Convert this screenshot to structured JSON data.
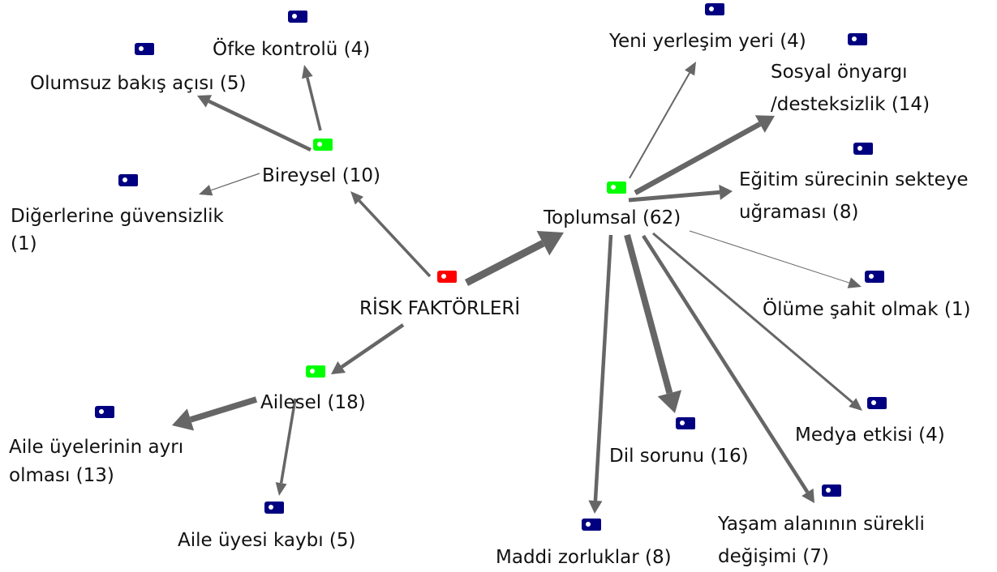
{
  "colors": {
    "root": "#ff0000",
    "category": "#00ff00",
    "code": "#000080",
    "edge": "#666666"
  },
  "root": {
    "label": "RİSK FAKTÖRLERİ",
    "icon": "red-tag-icon"
  },
  "categories": {
    "bireysel": {
      "label": "Bireysel (10)",
      "icon": "green-tag-icon"
    },
    "toplumsal": {
      "label": "Toplumsal (62)",
      "icon": "green-tag-icon"
    },
    "ailesel": {
      "label": "Ailesel (18)",
      "icon": "green-tag-icon"
    }
  },
  "codes": {
    "ofke": {
      "label": "Öfke kontrolü (4)",
      "icon": "blue-tag-icon"
    },
    "olumsuz": {
      "label": "Olumsuz bakış açısı (5)",
      "icon": "blue-tag-icon"
    },
    "guvensizlik": {
      "line1": "Diğerlerine güvensizlik",
      "line2": "(1)",
      "icon": "blue-tag-icon"
    },
    "yerlesim": {
      "label": "Yeni yerleşim yeri (4)",
      "icon": "blue-tag-icon"
    },
    "sosyal": {
      "line1": "Sosyal önyargı",
      "line2": "/desteksizlik (14)",
      "icon": "blue-tag-icon"
    },
    "egitim": {
      "line1": "Eğitim sürecinin sekteye",
      "line2": "uğraması (8)",
      "icon": "blue-tag-icon"
    },
    "olume": {
      "label": "Ölüme şahit olmak (1)",
      "icon": "blue-tag-icon"
    },
    "medya": {
      "label": "Medya etkisi (4)",
      "icon": "blue-tag-icon"
    },
    "yasam": {
      "line1": "Yaşam alanının sürekli",
      "line2": "değişimi (7)",
      "icon": "blue-tag-icon"
    },
    "dil": {
      "label": "Dil sorunu (16)",
      "icon": "blue-tag-icon"
    },
    "maddi": {
      "label": "Maddi zorluklar (8)",
      "icon": "blue-tag-icon"
    },
    "ayri": {
      "line1": "Aile üyelerinin ayrı",
      "line2": "olması (13)",
      "icon": "blue-tag-icon"
    },
    "kayip": {
      "label": "Aile üyesi kaybı (5)",
      "icon": "blue-tag-icon"
    }
  }
}
